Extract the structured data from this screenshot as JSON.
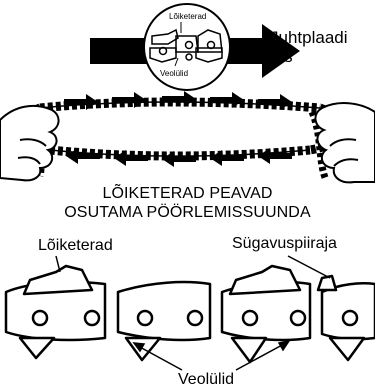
{
  "inset": {
    "cutter_label": "Lõiketerad",
    "drive_link_label": "Veolülid"
  },
  "direction": {
    "label_line1": "Juhtplaadi",
    "label_line2": "ots"
  },
  "warning": {
    "line1": "LÕIKETERAD PEAVAD",
    "line2": "OSUTAMA PÖÖRLEMISSUUNDA"
  },
  "detail": {
    "cutter_label": "Lõiketerad",
    "depth_gauge_label": "Sügavuspiiraja",
    "drive_link_label": "Veolülid"
  }
}
